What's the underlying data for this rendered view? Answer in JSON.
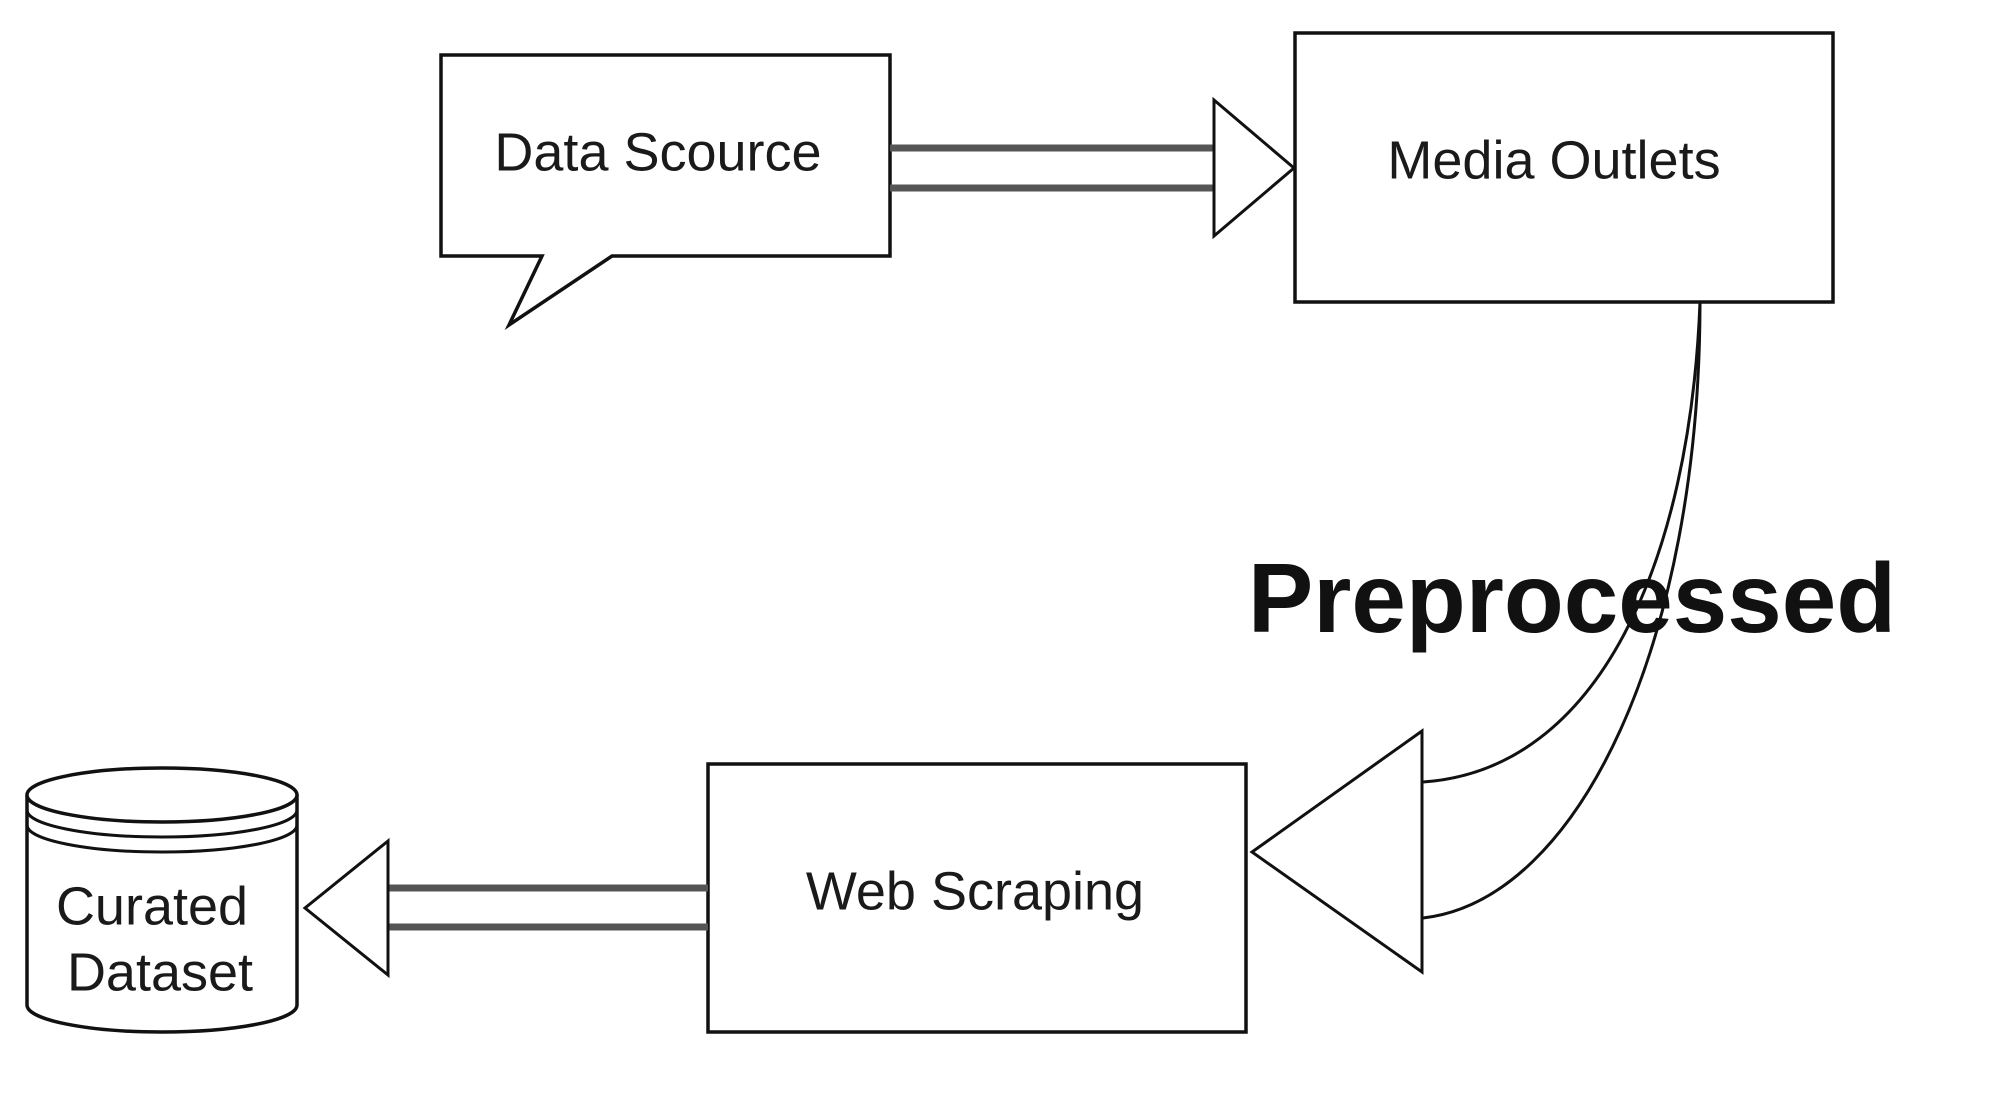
{
  "nodes": {
    "data_source": {
      "label": "Data Scource",
      "shape": "callout"
    },
    "media_outlets": {
      "label": "Media Outlets",
      "shape": "rectangle"
    },
    "web_scraping": {
      "label": "Web Scraping",
      "shape": "rectangle"
    },
    "curated_dataset": {
      "label_line1": "Curated",
      "label_line2": "Dataset",
      "shape": "database-cylinder"
    }
  },
  "edges": [
    {
      "from": "Data Scource",
      "to": "Media Outlets",
      "style": "double-line hollow arrow"
    },
    {
      "from": "Media Outlets",
      "to": "Web Scraping",
      "style": "curved hollow arrow",
      "label": "Preprocessed"
    },
    {
      "from": "Web Scraping",
      "to": "Curated Dataset",
      "style": "double-line hollow arrow"
    }
  ],
  "edge_label": "Preprocessed",
  "colors": {
    "stroke": "#111111",
    "shaft": "#555555",
    "fill": "#ffffff",
    "text": "#1a1a1a"
  }
}
